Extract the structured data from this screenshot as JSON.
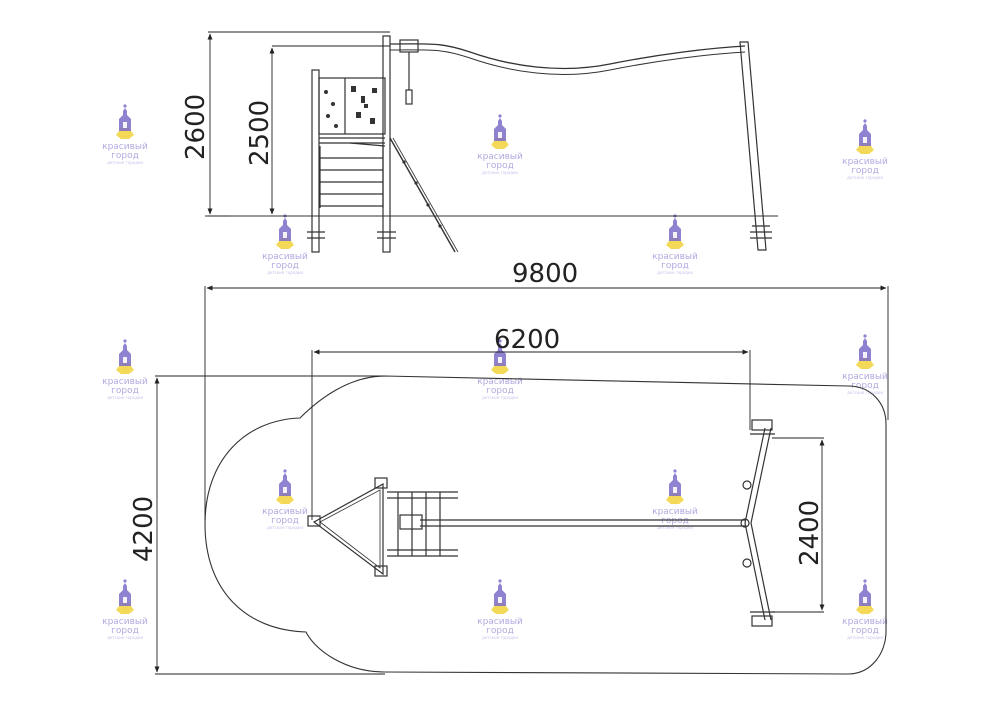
{
  "dimensions": {
    "height_outer": "2600",
    "height_inner": "2500",
    "total_length": "9800",
    "span_length": "6200",
    "total_width": "4200",
    "leg_spread": "2400"
  },
  "watermark": {
    "line1": "красивый",
    "line2": "город",
    "tagline": "детские городки",
    "mark_color": "#7b6cc9",
    "base_color": "#f2d23c"
  },
  "colors": {
    "line": "#333333",
    "dimension": "#222222"
  }
}
